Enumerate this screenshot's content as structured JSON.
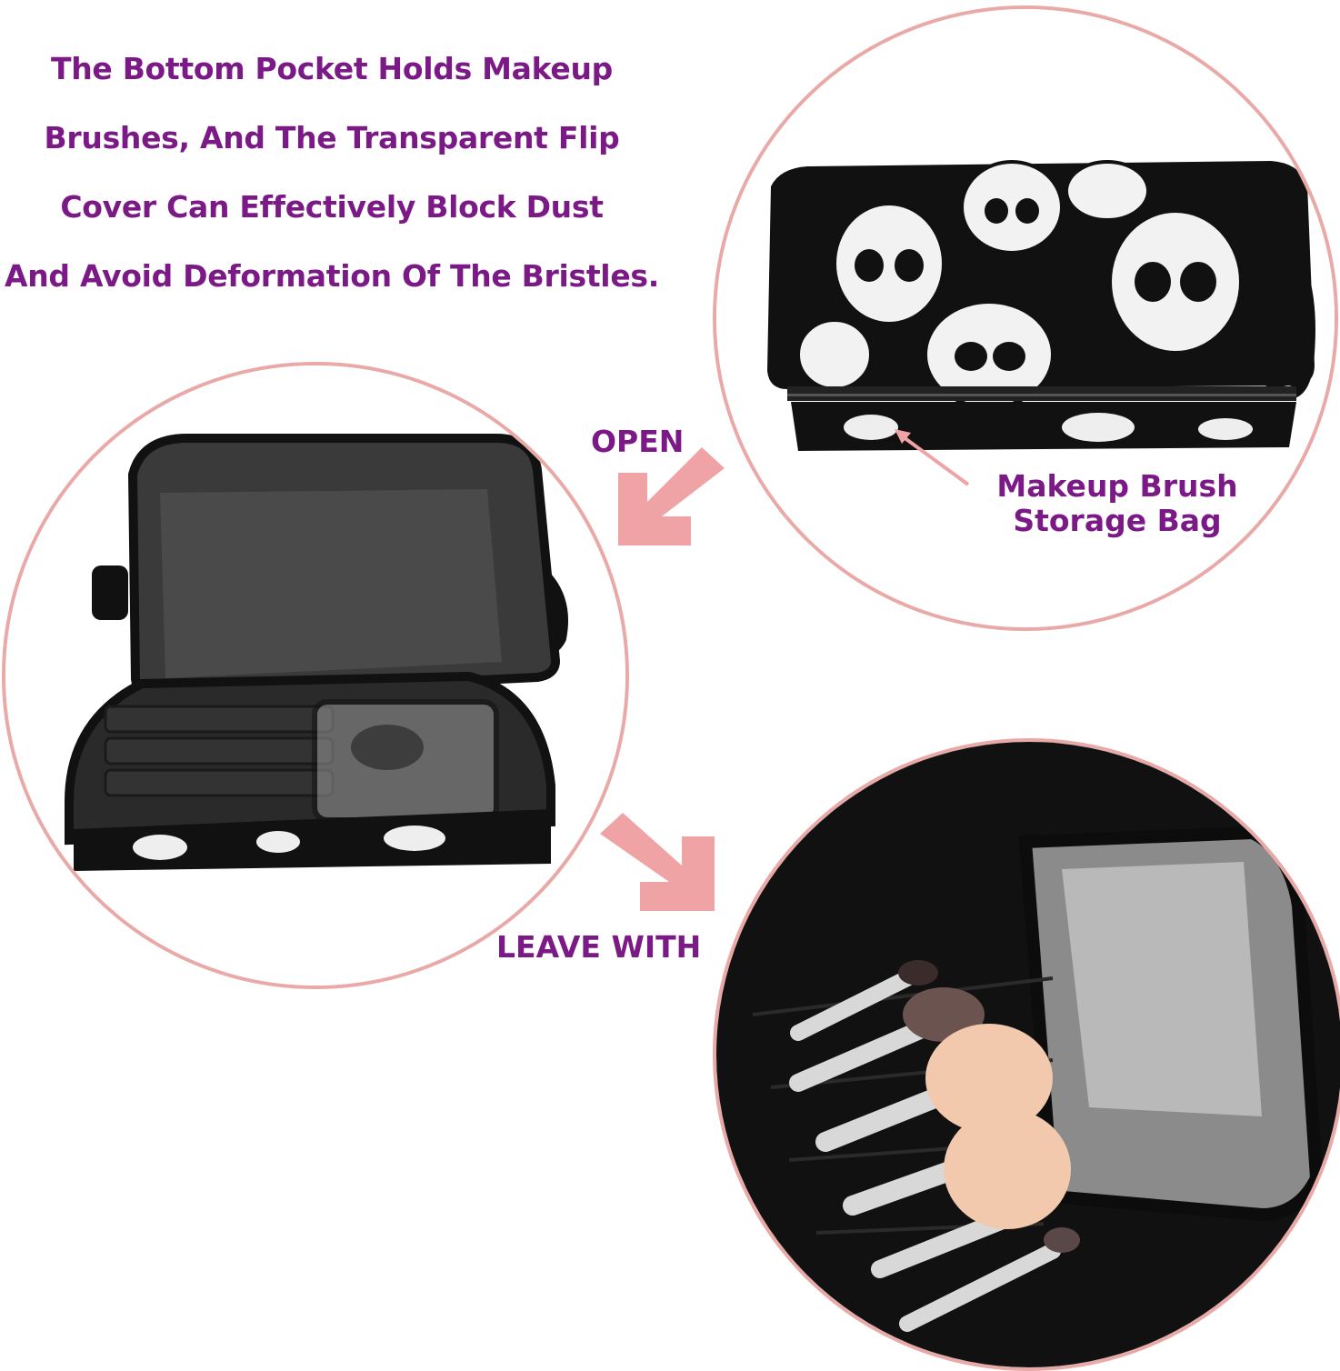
{
  "headline": {
    "lines": [
      "The Bottom Pocket Holds Makeup",
      "Brushes, And The Transparent Flip",
      "Cover Can Effectively Block Dust",
      "And Avoid Deformation Of The Bristles."
    ]
  },
  "labels": {
    "open": "OPEN",
    "leave_with": "LEAVE WITH",
    "storage_line1": "Makeup Brush",
    "storage_line2": "Storage Bag"
  },
  "colors": {
    "text_purple": "#7b1a86",
    "circle_border": "#e9a9a7",
    "arrow_pink": "#f0a3a4"
  },
  "images": {
    "top": "skull-print-cosmetic-bag-closed",
    "left": "cosmetic-bag-opened-interior",
    "bottom": "brush-pocket-with-makeup-brushes"
  }
}
